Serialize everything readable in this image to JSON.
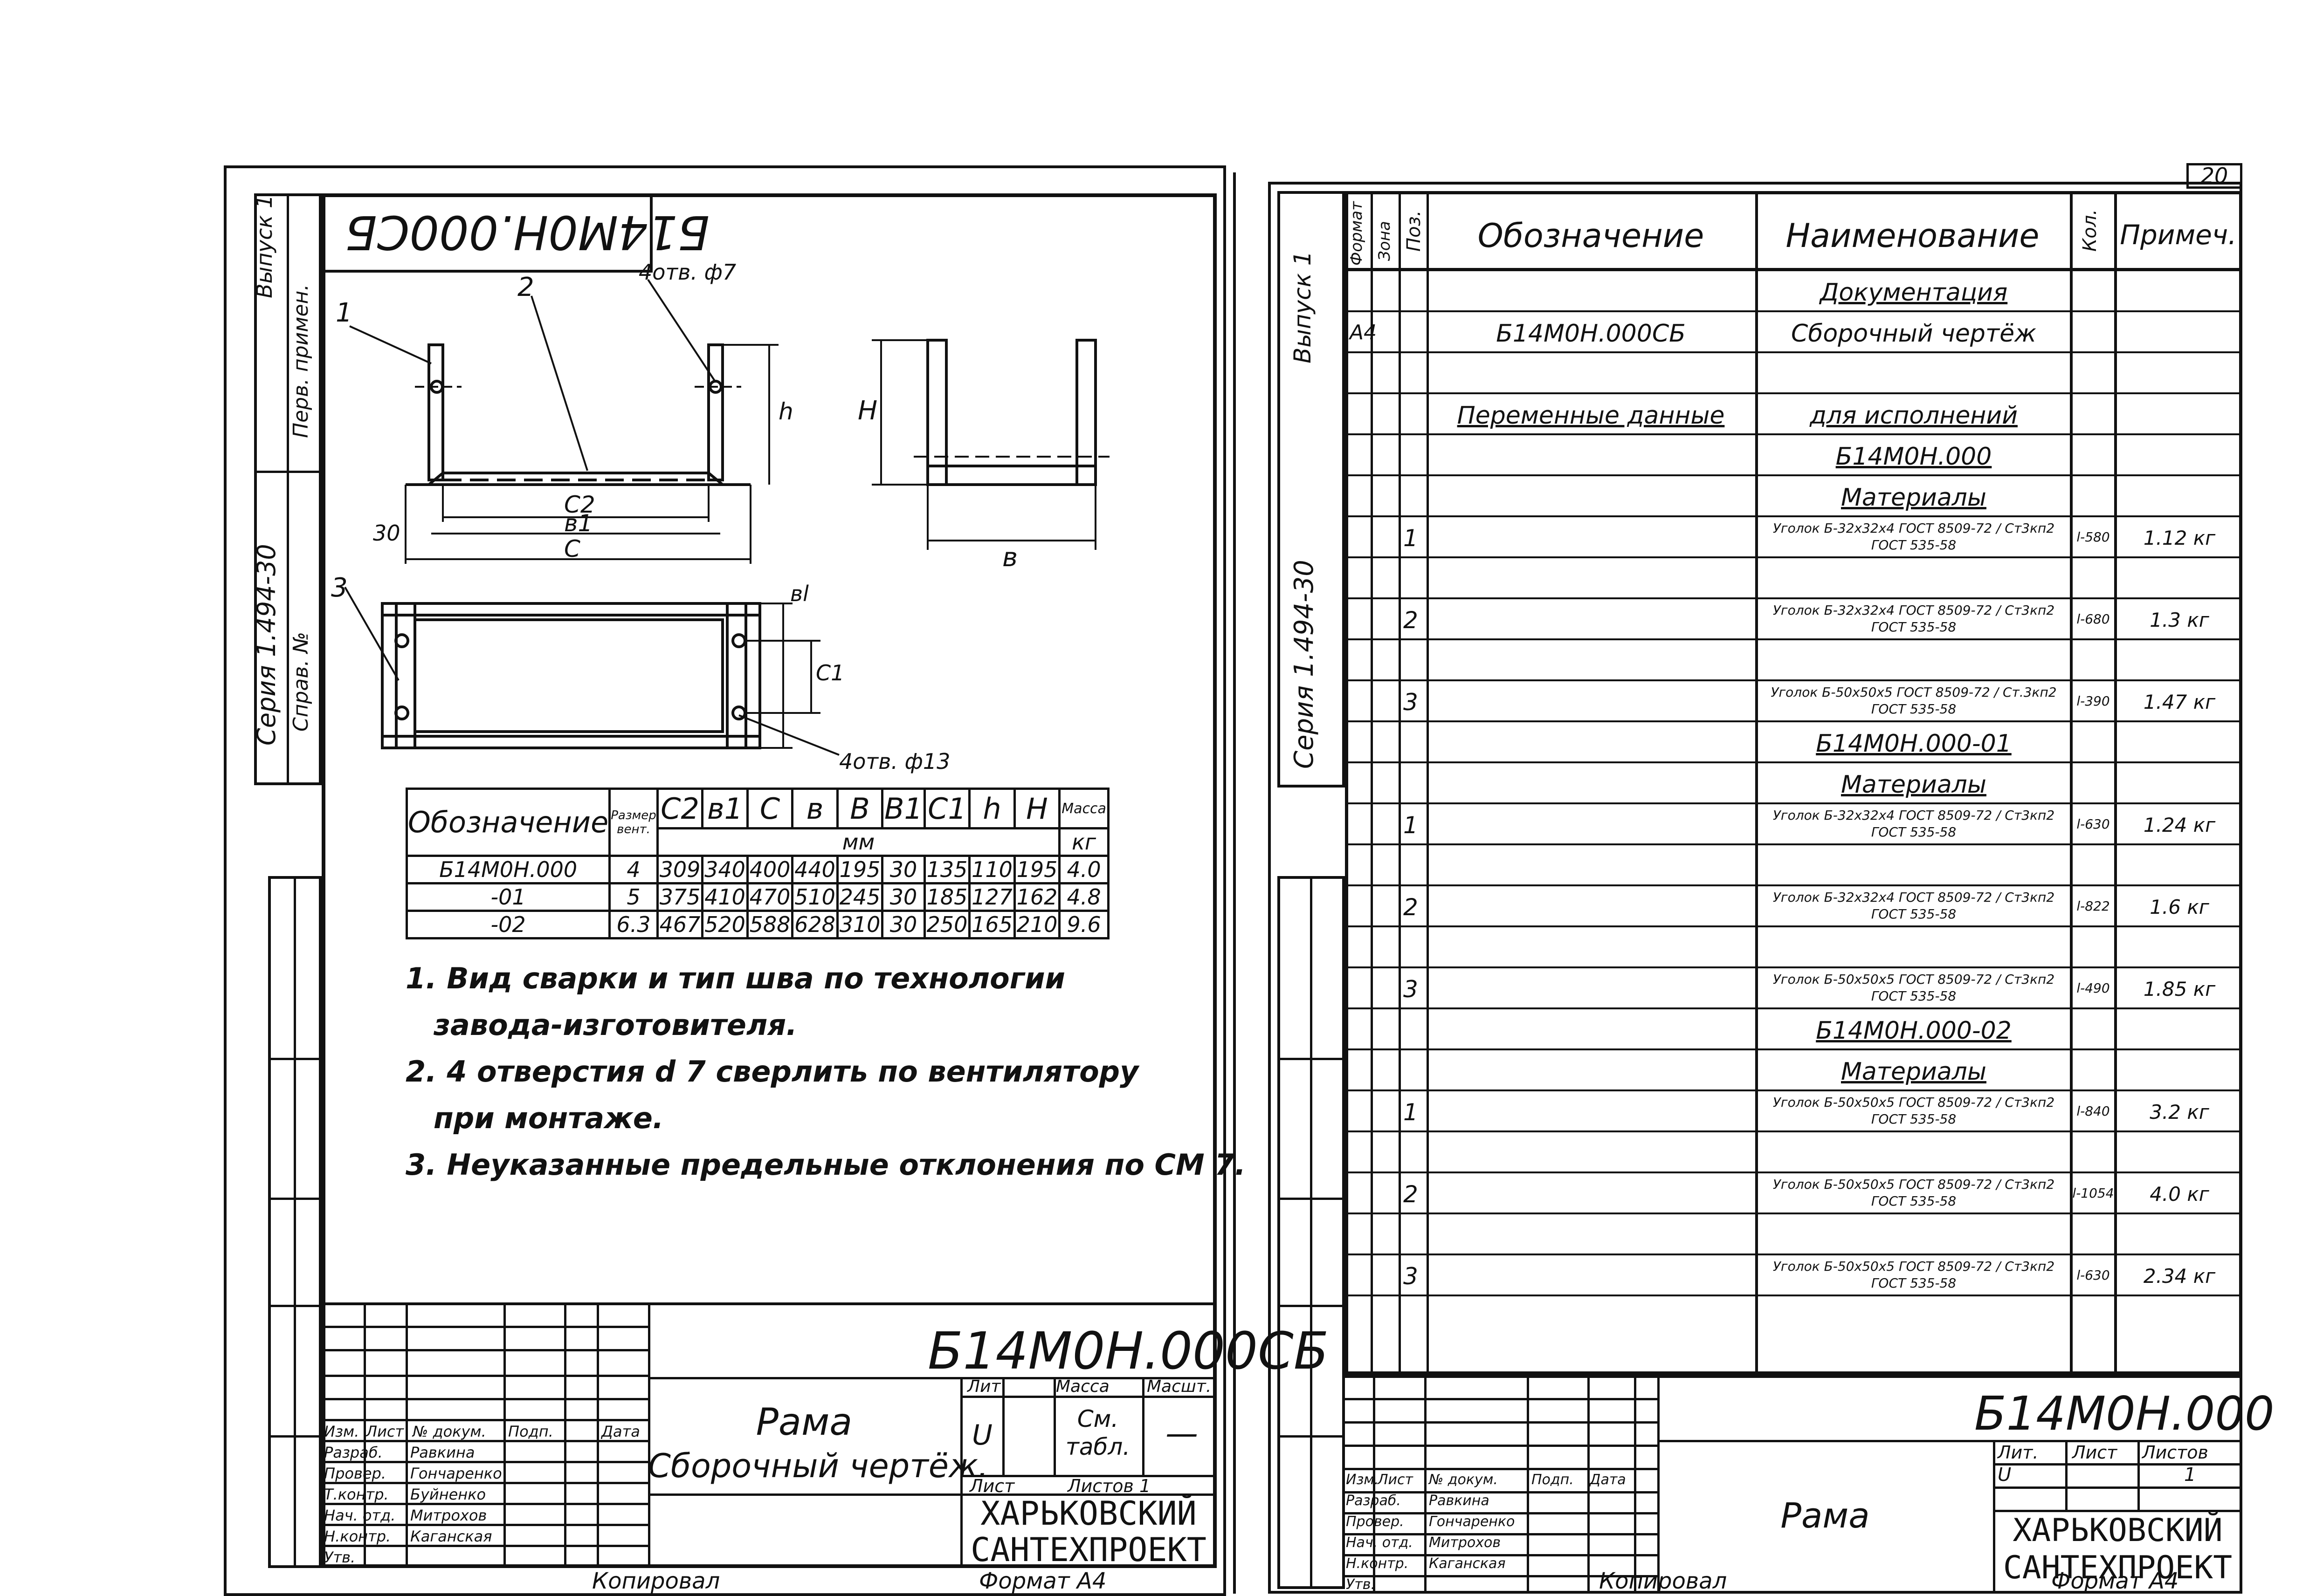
{
  "left_sheet": {
    "top_stamp": "Б14М0Н.000СБ",
    "side_series": "Серия 1.494-30",
    "side_issue": "Выпуск 1",
    "side_ref": "Перв. примен.",
    "side_ref2": "Справ. №",
    "callout_1": "1",
    "callout_2": "2",
    "callout_3": "3",
    "holes_top": "4отв. ф7",
    "holes_bottom": "4отв. ф13",
    "dim_c2": "C2",
    "dim_b1": "в1",
    "dim_c": "C",
    "dim_30": "30",
    "dim_h": "h",
    "dim_H": "H",
    "dim_b": "в",
    "dim_bl": "вl",
    "dim_c1": "C1",
    "table": {
      "headers": [
        "Обозначение",
        "Размер вент.",
        "C2",
        "в1",
        "C",
        "в",
        "В",
        "В1",
        "C1",
        "h",
        "H",
        "Масса"
      ],
      "units_mm": "мм",
      "units_kg": "кг",
      "rows": [
        [
          "Б14М0Н.000",
          "4",
          "309",
          "340",
          "400",
          "440",
          "195",
          "30",
          "135",
          "110",
          "195",
          "4.0"
        ],
        [
          "-01",
          "5",
          "375",
          "410",
          "470",
          "510",
          "245",
          "30",
          "185",
          "127",
          "162",
          "4.8"
        ],
        [
          "-02",
          "6.3",
          "467",
          "520",
          "588",
          "628",
          "310",
          "30",
          "250",
          "165",
          "210",
          "9.6"
        ]
      ]
    },
    "notes": [
      "1. Вид сварки и тип шва по технологии",
      "завода-изготовителя.",
      "2. 4 отверстия d 7 сверлить по вентилятору",
      "при монтаже.",
      "3. Неуказанные предельные отклонения по СМ 7."
    ],
    "title_block": {
      "doc_code": "Б14М0Н.000СБ",
      "name_line1": "Рама",
      "name_line2": "Сборочный чертёж.",
      "col_lit": "Лит",
      "col_mass": "Масса",
      "col_scale": "Масшт.",
      "lit_value": "U",
      "mass_value": "См. табл.",
      "scale_value": "—",
      "sheet": "Лист",
      "sheets": "Листов 1",
      "org_line1": "ХАРЬКОВСКИЙ",
      "org_line2": "САНТЕХПРОЕКТ",
      "roles": [
        "Изм.",
        "Лист",
        "№ докум.",
        "Подп.",
        "Дата"
      ],
      "people": [
        [
          "Разраб.",
          "Равкина"
        ],
        [
          "Провер.",
          "Гончаренко"
        ],
        [
          "Т.контр.",
          "Буйненко"
        ],
        [
          "Нач. отд.",
          "Митрохов"
        ],
        [
          "Н.контр.",
          "Каганская"
        ],
        [
          "Утв.",
          ""
        ]
      ]
    },
    "bottom_copy": "Копировал",
    "bottom_format": "Формат А4"
  },
  "right_sheet": {
    "page_number": "20",
    "side_series": "Серия 1.494-30",
    "side_issue": "Выпуск 1",
    "headers": [
      "Формат",
      "Зона",
      "Поз.",
      "Обозначение",
      "Наименование",
      "Кол.",
      "Примеч."
    ],
    "rows": [
      {
        "fmt": "",
        "pos": "",
        "designation": "",
        "name": "Документация",
        "qty": "",
        "note": "",
        "underline": true
      },
      {
        "fmt": "А4",
        "pos": "",
        "designation": "Б14М0Н.000СБ",
        "name": "Сборочный чертёж",
        "qty": "",
        "note": "",
        "underline": false
      },
      {
        "fmt": "",
        "pos": "",
        "designation": "",
        "name": "",
        "qty": "",
        "note": "",
        "underline": false
      },
      {
        "fmt": "",
        "pos": "",
        "designation": "Переменные данные",
        "name": "для исполнений",
        "qty": "",
        "note": "",
        "underline": true
      },
      {
        "fmt": "",
        "pos": "",
        "designation": "",
        "name": "Б14М0Н.000",
        "qty": "",
        "note": "",
        "underline": true
      },
      {
        "fmt": "",
        "pos": "",
        "designation": "",
        "name": "Материалы",
        "qty": "",
        "note": "",
        "underline": true
      },
      {
        "fmt": "",
        "pos": "1",
        "designation": "",
        "name": "Уголок Б-32х32х4 ГОСТ 8509-72 / Ст3кп2 ГОСТ 535-58",
        "qty": "l-580",
        "note": "1.12 кг",
        "underline": false
      },
      {
        "fmt": "",
        "pos": "",
        "designation": "",
        "name": "",
        "qty": "",
        "note": "",
        "underline": false
      },
      {
        "fmt": "",
        "pos": "2",
        "designation": "",
        "name": "Уголок Б-32х32х4 ГОСТ 8509-72 / Ст3кп2 ГОСТ 535-58",
        "qty": "l-680",
        "note": "1.3 кг",
        "underline": false
      },
      {
        "fmt": "",
        "pos": "",
        "designation": "",
        "name": "",
        "qty": "",
        "note": "",
        "underline": false
      },
      {
        "fmt": "",
        "pos": "3",
        "designation": "",
        "name": "Уголок Б-50х50х5 ГОСТ 8509-72 / Ст.3кп2 ГОСТ 535-58",
        "qty": "l-390",
        "note": "1.47 кг",
        "underline": false
      },
      {
        "fmt": "",
        "pos": "",
        "designation": "",
        "name": "Б14М0Н.000-01",
        "qty": "",
        "note": "",
        "underline": true
      },
      {
        "fmt": "",
        "pos": "",
        "designation": "",
        "name": "Материалы",
        "qty": "",
        "note": "",
        "underline": true
      },
      {
        "fmt": "",
        "pos": "1",
        "designation": "",
        "name": "Уголок Б-32х32х4 ГОСТ 8509-72 / Ст3кп2 ГОСТ 535-58",
        "qty": "l-630",
        "note": "1.24 кг",
        "underline": false
      },
      {
        "fmt": "",
        "pos": "",
        "designation": "",
        "name": "",
        "qty": "",
        "note": "",
        "underline": false
      },
      {
        "fmt": "",
        "pos": "2",
        "designation": "",
        "name": "Уголок Б-32х32х4 ГОСТ 8509-72 / Ст3кп2 ГОСТ 535-58",
        "qty": "l-822",
        "note": "1.6 кг",
        "underline": false
      },
      {
        "fmt": "",
        "pos": "",
        "designation": "",
        "name": "",
        "qty": "",
        "note": "",
        "underline": false
      },
      {
        "fmt": "",
        "pos": "3",
        "designation": "",
        "name": "Уголок Б-50х50х5 ГОСТ 8509-72 / Ст3кп2 ГОСТ 535-58",
        "qty": "l-490",
        "note": "1.85 кг",
        "underline": false
      },
      {
        "fmt": "",
        "pos": "",
        "designation": "",
        "name": "Б14М0Н.000-02",
        "qty": "",
        "note": "",
        "underline": true
      },
      {
        "fmt": "",
        "pos": "",
        "designation": "",
        "name": "Материалы",
        "qty": "",
        "note": "",
        "underline": true
      },
      {
        "fmt": "",
        "pos": "1",
        "designation": "",
        "name": "Уголок Б-50х50х5 ГОСТ 8509-72 / Ст3кп2 ГОСТ 535-58",
        "qty": "l-840",
        "note": "3.2 кг",
        "underline": false
      },
      {
        "fmt": "",
        "pos": "",
        "designation": "",
        "name": "",
        "qty": "",
        "note": "",
        "underline": false
      },
      {
        "fmt": "",
        "pos": "2",
        "designation": "",
        "name": "Уголок Б-50х50х5 ГОСТ 8509-72 / Ст3кп2 ГОСТ 535-58",
        "qty": "l-1054",
        "note": "4.0 кг",
        "underline": false
      },
      {
        "fmt": "",
        "pos": "",
        "designation": "",
        "name": "",
        "qty": "",
        "note": "",
        "underline": false
      },
      {
        "fmt": "",
        "pos": "3",
        "designation": "",
        "name": "Уголок Б-50х50х5 ГОСТ 8509-72 / Ст3кп2 ГОСТ 535-58",
        "qty": "l-630",
        "note": "2.34 кг",
        "underline": false
      }
    ],
    "title_block": {
      "doc_code": "Б14М0Н.000",
      "name": "Рама",
      "col_lit": "Лит.",
      "col_sheet": "Лист",
      "col_sheets": "Листов",
      "lit_value": "U",
      "sheets_value": "1",
      "org_line1": "ХАРЬКОВСКИЙ",
      "org_line2": "САНТЕХПРОЕКТ",
      "roles": [
        "Изм.",
        "Лист",
        "№ докум.",
        "Подп.",
        "Дата"
      ],
      "people": [
        [
          "Разраб.",
          "Равкина"
        ],
        [
          "Провер.",
          "Гончаренко"
        ],
        [
          "Нач. отд.",
          "Митрохов"
        ],
        [
          "Н.контр.",
          "Каганская"
        ],
        [
          "Утв.",
          ""
        ]
      ]
    },
    "bottom_copy": "Копировал",
    "bottom_format": "Формат А4"
  }
}
